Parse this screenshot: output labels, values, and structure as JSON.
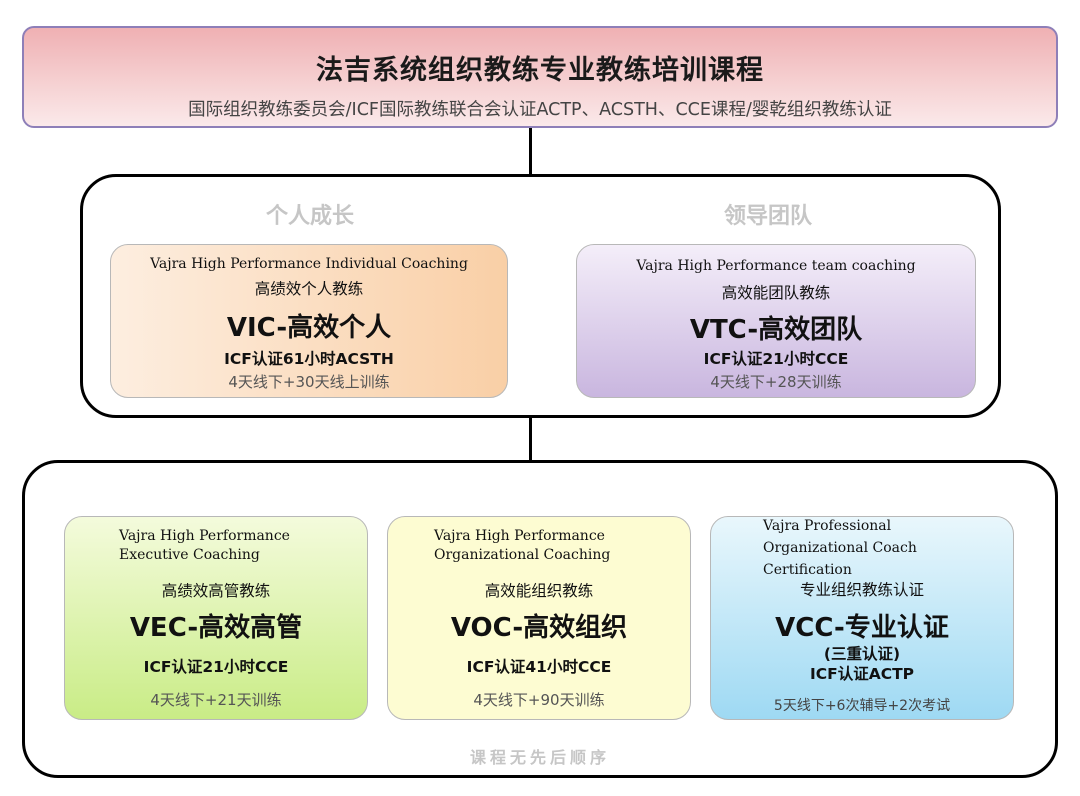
{
  "header": {
    "title": "法吉系统组织教练专业教练培训课程",
    "subtitle": "国际组织教练委员会/ICF国际教练联合会认证ACTP、ACSTH、CCE课程/婴乾组织教练认证"
  },
  "top_group": {
    "label_left": "个人成长",
    "label_right": "领导团队",
    "cards": [
      {
        "en": "Vajra High Performance Individual Coaching",
        "zh": "高绩效个人教练",
        "title": "VIC-高效个人",
        "cert": "ICF认证61小时ACSTH",
        "schedule": "4天线下+30天线上训练"
      },
      {
        "en": "Vajra High Performance team coaching",
        "zh": "高效能团队教练",
        "title": "VTC-高效团队",
        "cert": "ICF认证21小时CCE",
        "schedule": "4天线下+28天训练"
      }
    ]
  },
  "bottom_group": {
    "note": "课程无先后顺序",
    "cards": [
      {
        "en_line1": "Vajra High Performance",
        "en_line2": "Executive Coaching",
        "zh": "高绩效高管教练",
        "title": "VEC-高效高管",
        "cert": "ICF认证21小时CCE",
        "schedule": "4天线下+21天训练"
      },
      {
        "en_line1": "Vajra High Performance",
        "en_line2": "Organizational Coaching",
        "zh": "高效能组织教练",
        "title": "VOC-高效组织",
        "cert": "ICF认证41小时CCE",
        "schedule": "4天线下+90天训练"
      },
      {
        "en_line1": "Vajra Professional",
        "en_line2": "Organizational Coach",
        "en_line3": "Certification",
        "zh": "专业组织教练认证",
        "title": "VCC-专业认证",
        "sub": "(三重认证)",
        "cert": "ICF认证ACTP",
        "schedule": "5天线下+6次辅导+2次考试"
      }
    ]
  }
}
